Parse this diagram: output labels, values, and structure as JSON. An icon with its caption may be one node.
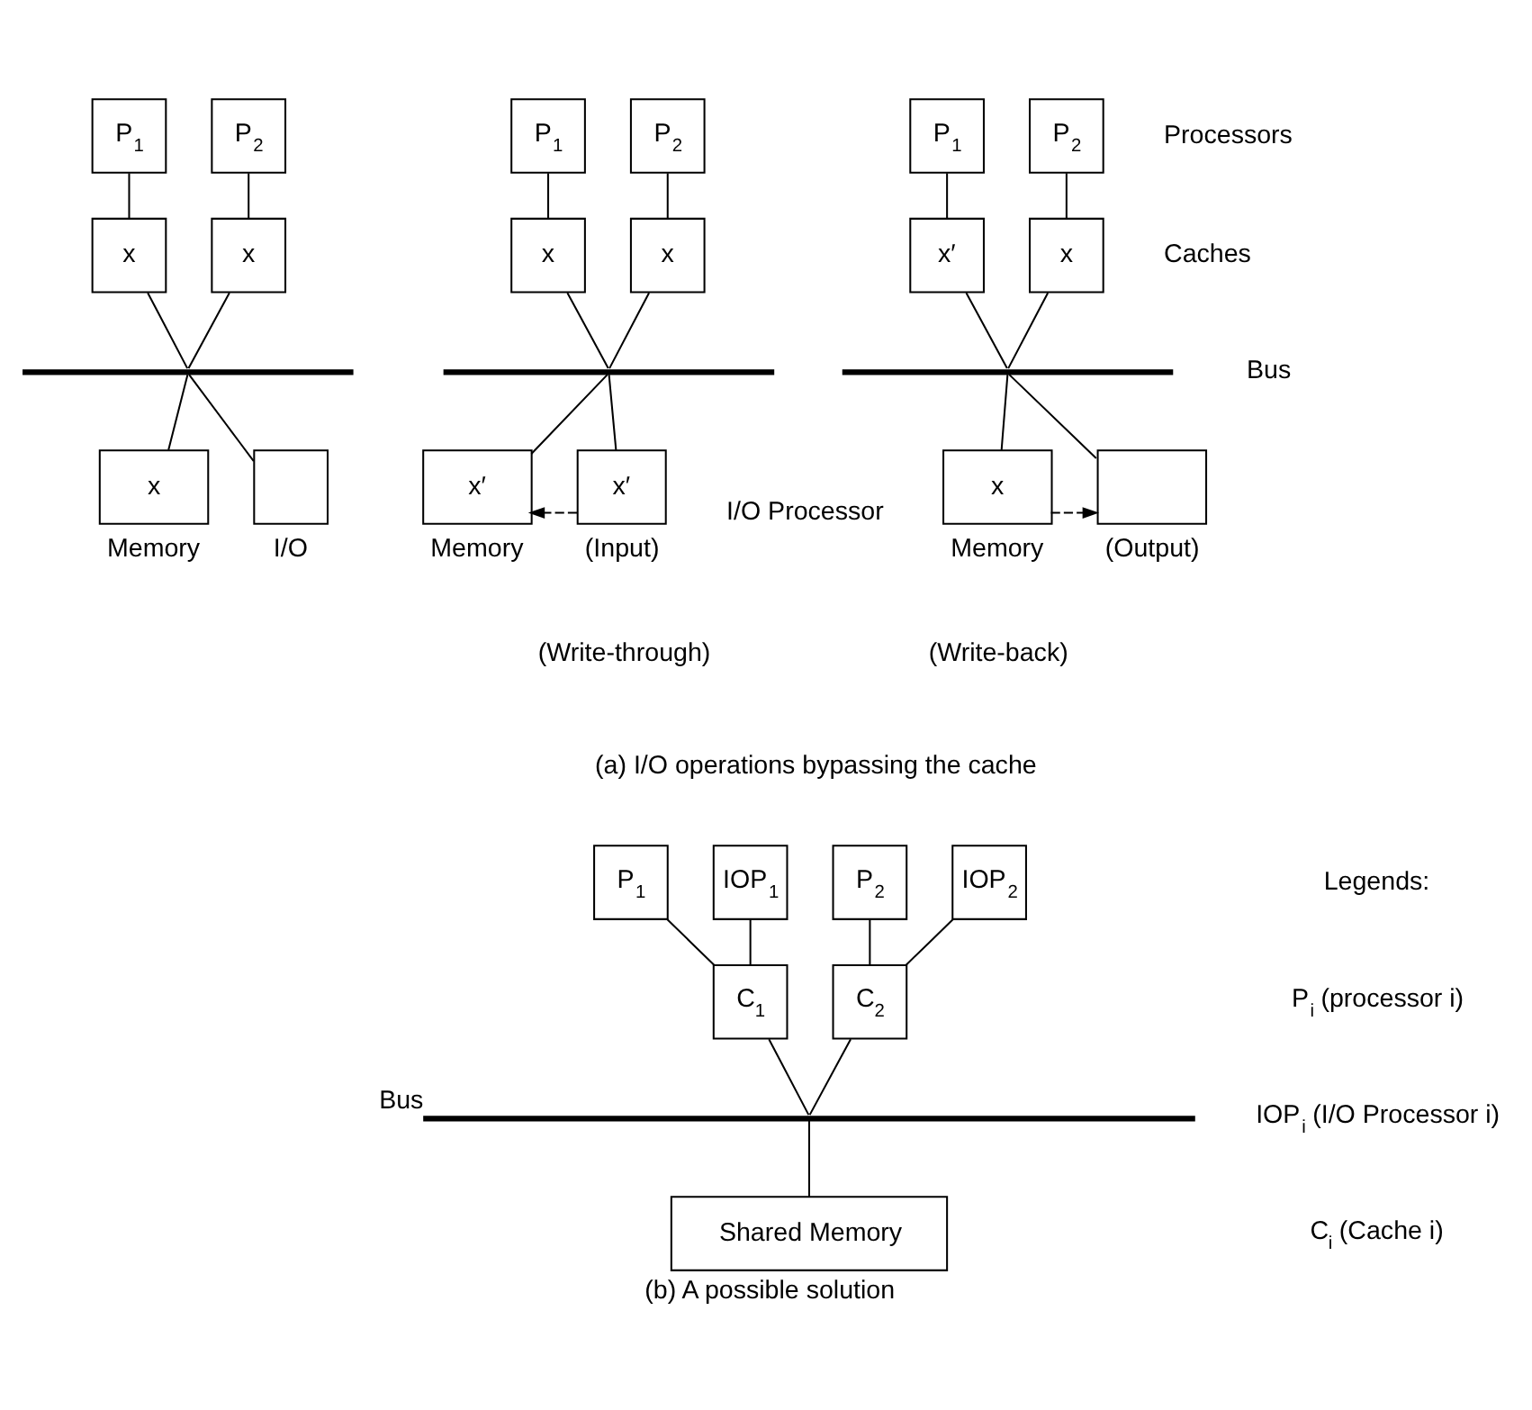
{
  "diagram": {
    "caption": "(b) A possible solution",
    "nodes": [
      {
        "text": [
          "P$_{1}$"
        ]
      },
      {
        "text": [
          "P$_{2}$"
        ]
      },
      {
        "text": [
          "x"
        ]
      },
      {
        "text": [
          "x"
        ]
      },
      {
        "text": [],
        "shape": "bar"
      },
      {
        "text": [
          "x"
        ],
        "beside": [
          "Memory"
        ]
      },
      {
        "text": [],
        "shape": "box",
        "beside": [
          "I/O"
        ]
      },
      {
        "text": [
          "P$_{1}$"
        ]
      },
      {
        "text": [
          "P$_{2}$"
        ]
      },
      {
        "text": [
          "x"
        ]
      },
      {
        "text": [
          "x"
        ]
      },
      {
        "text": [],
        "shape": "bar"
      },
      {
        "text": [
          "x′"
        ],
        "beside": [
          "Memory"
        ]
      },
      {
        "text": [
          "x′"
        ],
        "beside": [
          "(Input)"
        ]
      },
      {
        "text": [
          "P$_{1}$"
        ]
      },
      {
        "text": [
          "P$_{2}$"
        ]
      },
      {
        "text": [
          "x′"
        ]
      },
      {
        "text": [
          "x"
        ]
      },
      {
        "text": [],
        "shape": "bar"
      },
      {
        "text": [
          "x"
        ],
        "beside": [
          "Memory"
        ]
      },
      {
        "text": [],
        "shape": "box",
        "beside": [
          "(Output)"
        ]
      },
      {
        "text": [
          "P$_{1}$"
        ]
      },
      {
        "text": [
          "IOP$_{1}$"
        ]
      },
      {
        "text": [
          "P$_{2}$"
        ]
      },
      {
        "text": [
          "IOP$_{2}$"
        ]
      },
      {
        "text": [
          "C$_{1}$"
        ]
      },
      {
        "text": [
          "C$_{2}$"
        ]
      },
      {
        "text": [],
        "shape": "bar",
        "beside": [
          "Bus"
        ]
      },
      {
        "text": [
          "Shared Memory"
        ]
      }
    ],
    "edges": [
      {
        "from": 0,
        "to": 2,
        "arrow": "none"
      },
      {
        "from": 1,
        "to": 3,
        "arrow": "none"
      },
      {
        "from": 2,
        "to": 4,
        "arrow": "none"
      },
      {
        "from": 3,
        "to": 4,
        "arrow": "none"
      },
      {
        "from": 4,
        "to": 5,
        "arrow": "none"
      },
      {
        "from": 4,
        "to": 6,
        "arrow": "none"
      },
      {
        "from": 7,
        "to": 9,
        "arrow": "none"
      },
      {
        "from": 8,
        "to": 10,
        "arrow": "none"
      },
      {
        "from": 9,
        "to": 11,
        "arrow": "none"
      },
      {
        "from": 10,
        "to": 11,
        "arrow": "none"
      },
      {
        "from": 11,
        "to": 12,
        "arrow": "none"
      },
      {
        "from": 11,
        "to": 13,
        "arrow": "none"
      },
      {
        "from": 13,
        "to": 12,
        "arrow": "to",
        "style": "dashed"
      },
      {
        "from": 14,
        "to": 16,
        "arrow": "none"
      },
      {
        "from": 15,
        "to": 17,
        "arrow": "none"
      },
      {
        "from": 16,
        "to": 18,
        "arrow": "none"
      },
      {
        "from": 17,
        "to": 18,
        "arrow": "none"
      },
      {
        "from": 18,
        "to": 19,
        "arrow": "none"
      },
      {
        "from": 18,
        "to": 20,
        "arrow": "none"
      },
      {
        "from": 19,
        "to": 20,
        "arrow": "to",
        "style": "dashed"
      },
      {
        "from": 21,
        "to": 25,
        "arrow": "none"
      },
      {
        "from": 22,
        "to": 25,
        "arrow": "none"
      },
      {
        "from": 23,
        "to": 26,
        "arrow": "none"
      },
      {
        "from": 24,
        "to": 26,
        "arrow": "none"
      },
      {
        "from": 25,
        "to": 27,
        "arrow": "none"
      },
      {
        "from": 26,
        "to": 27,
        "arrow": "none"
      },
      {
        "from": 27,
        "to": 28,
        "arrow": "none"
      }
    ],
    "labels": [
      "Processors",
      "Caches",
      "Bus",
      "I/O Processor",
      "(Write-through)",
      "(Write-back)",
      "(a) I/O operations bypassing the cache",
      "Legends:",
      "P$_{i}$ (processor i)",
      "IOP$_{i}$ (I/O Processor i)",
      "C$_{i}$ (Cache i)"
    ]
  }
}
